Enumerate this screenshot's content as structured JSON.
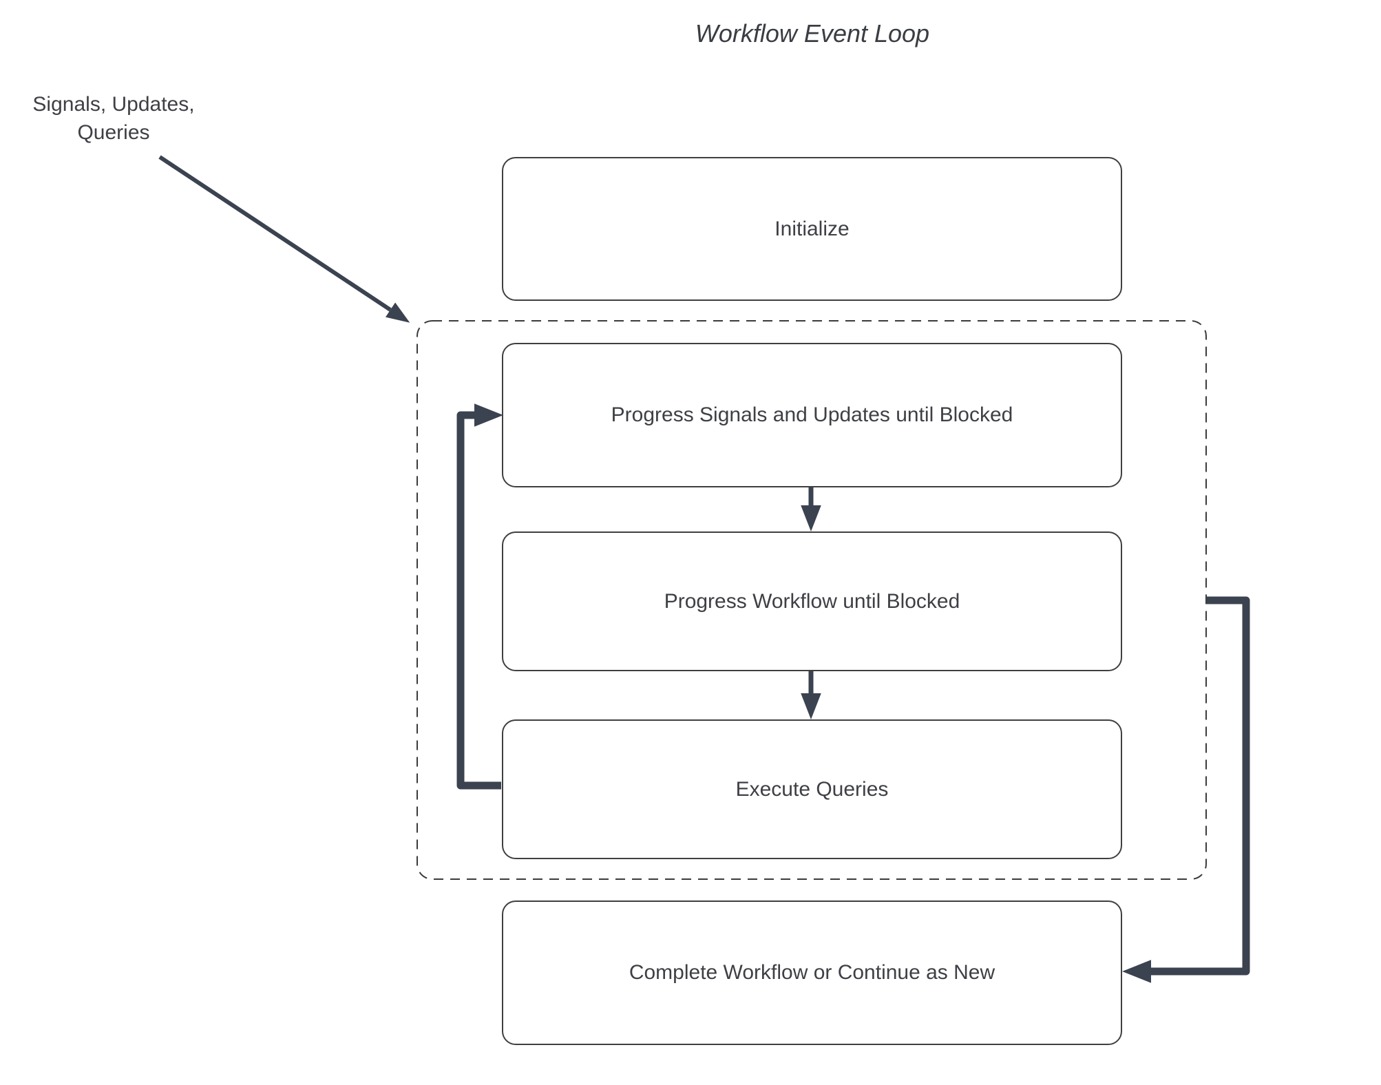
{
  "title": "Workflow Event Loop",
  "annotation": {
    "label": "Signals, Updates,\nQueries"
  },
  "nodes": [
    {
      "id": "initialize",
      "label": "Initialize"
    },
    {
      "id": "progress-signals",
      "label": "Progress Signals and Updates until Blocked"
    },
    {
      "id": "progress-workflow",
      "label": "Progress Workflow until Blocked"
    },
    {
      "id": "execute-queries",
      "label": "Execute Queries"
    },
    {
      "id": "complete",
      "label": "Complete Workflow or Continue as New"
    }
  ],
  "colors": {
    "arrow": "#3b4250",
    "box_border": "#3f3f3f",
    "dashed_border": "#3a3a3a",
    "text": "#3e4045",
    "bg": "#ffffff"
  }
}
